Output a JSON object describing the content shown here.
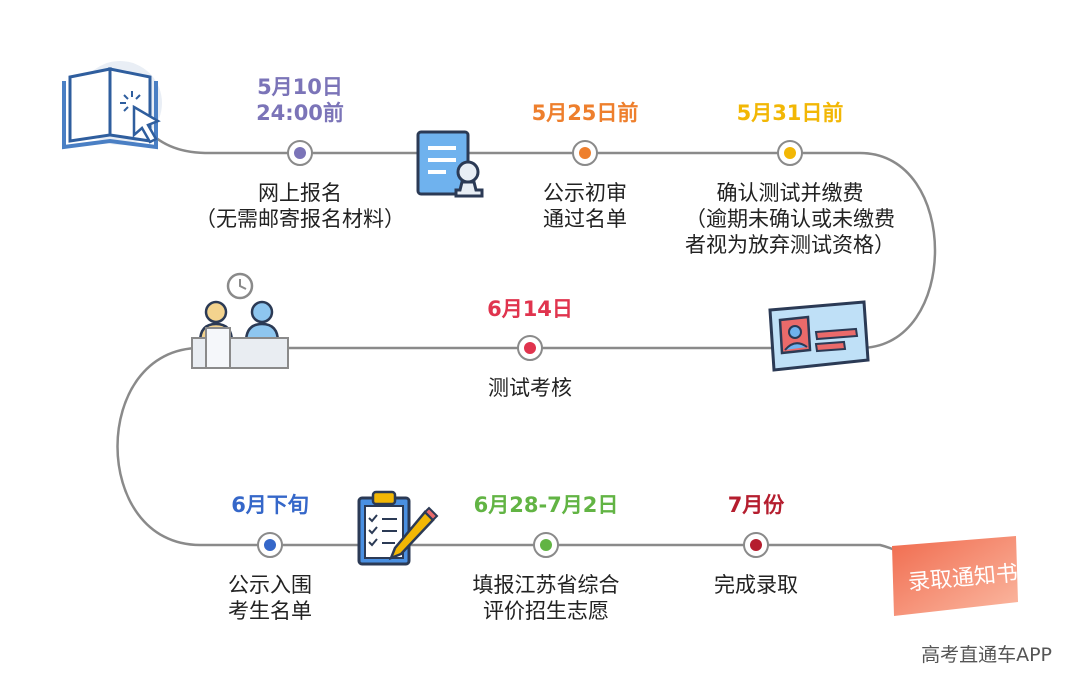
{
  "steps": [
    {
      "date": [
        "5月10日",
        "24:00前"
      ],
      "desc": [
        "网上报名",
        "（无需邮寄报名材料）"
      ],
      "color": "#7b74b8"
    },
    {
      "date": [
        "5月25日前"
      ],
      "desc": [
        "公示初审",
        "通过名单"
      ],
      "color": "#ee7f2d"
    },
    {
      "date": [
        "5月31日前"
      ],
      "desc": [
        "确认测试并缴费",
        "（逾期未确认或未缴费",
        "者视为放弃测试资格）"
      ],
      "color": "#f2b705"
    },
    {
      "date": [
        "6月14日"
      ],
      "desc": [
        "测试考核"
      ],
      "color": "#e0344e"
    },
    {
      "date": [
        "6月下旬"
      ],
      "desc": [
        "公示入围",
        "考生名单"
      ],
      "color": "#3567c9"
    },
    {
      "date": [
        "6月28-7月2日"
      ],
      "desc": [
        "填报江苏省综合",
        "评价招生志愿"
      ],
      "color": "#62b444"
    },
    {
      "date": [
        "7月份"
      ],
      "desc": [
        "完成录取"
      ],
      "color": "#b51d2e"
    }
  ],
  "icons": [
    "book-icon",
    "document-stamp-icon",
    "id-card-icon",
    "interview-desk-icon",
    "clipboard-pencil-icon",
    "admission-letter-icon"
  ],
  "admission_letter_text": "录取通知书",
  "watermark": "高考直通车APP"
}
